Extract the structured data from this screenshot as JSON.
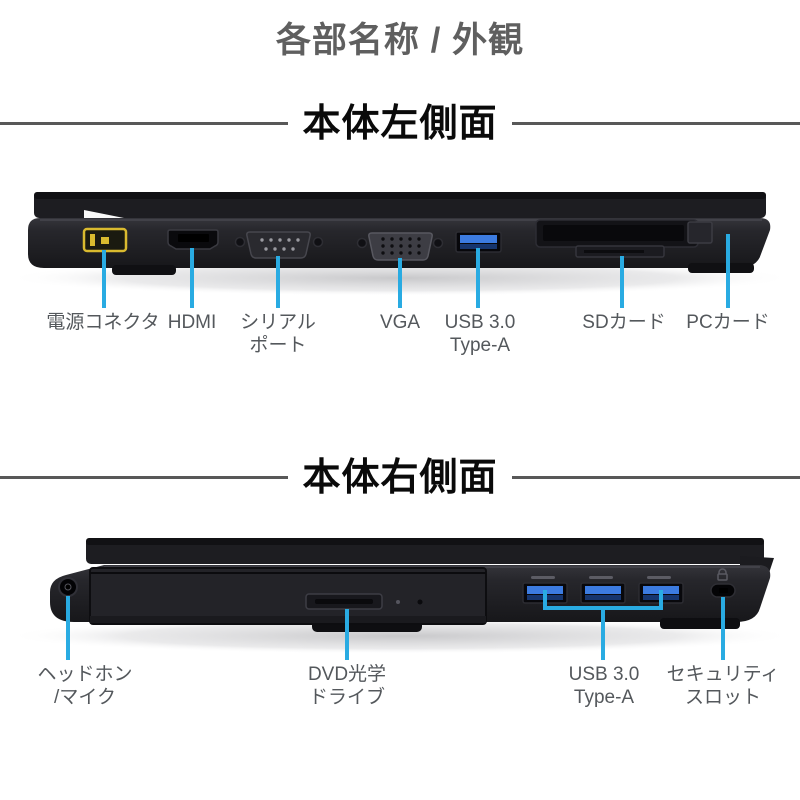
{
  "title": "各部名称 / 外観",
  "sections": {
    "left": {
      "heading": "本体左側面",
      "labels": [
        {
          "line1": "電源コネクタ",
          "line2": ""
        },
        {
          "line1": "HDMI",
          "line2": ""
        },
        {
          "line1": "シリアル",
          "line2": "ポート"
        },
        {
          "line1": "VGA",
          "line2": ""
        },
        {
          "line1": "USB 3.0",
          "line2": "Type-A"
        },
        {
          "line1": "SDカード",
          "line2": ""
        },
        {
          "line1": "PCカード",
          "line2": ""
        }
      ]
    },
    "right": {
      "heading": "本体右側面",
      "labels": [
        {
          "line1": "ヘッドホン",
          "line2": "/マイク"
        },
        {
          "line1": "DVD光学",
          "line2": "ドライブ"
        },
        {
          "line1": "USB 3.0",
          "line2": "Type-A"
        },
        {
          "line1": "セキュリティ",
          "line2": "スロット"
        }
      ]
    }
  },
  "colors": {
    "callout_blue": "#29abe2",
    "usb_port_blue": "#3c7be0",
    "power_connector_yellow": "#d9ba2f"
  }
}
